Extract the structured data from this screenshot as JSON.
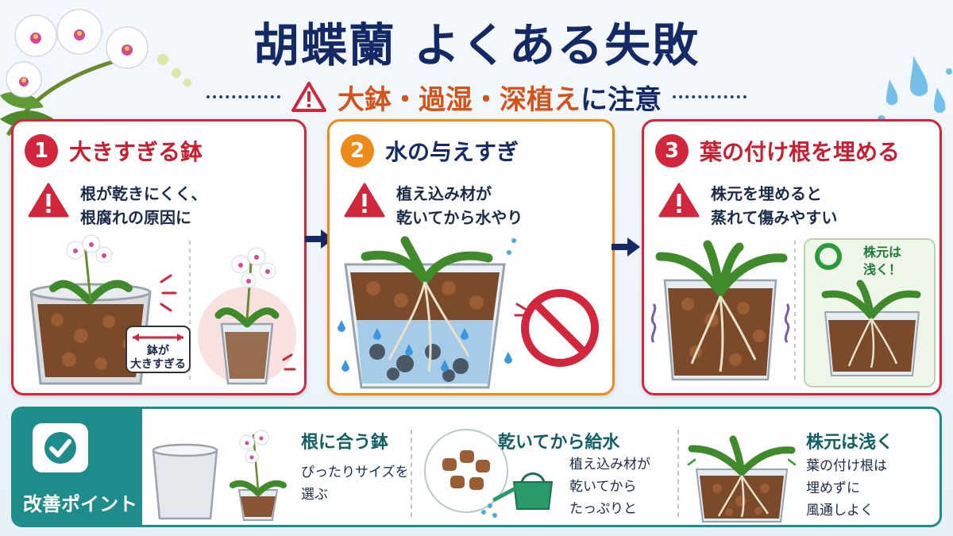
{
  "header": {
    "title": "胡蝶蘭 よくある失敗",
    "subtitle_highlight": "大鉢・過湿・深植え",
    "subtitle_tail": "に注意"
  },
  "cards": [
    {
      "number": "1",
      "title": "大きすぎる鉢",
      "note_lines": [
        "根が乾きにくく、",
        "根腐れの原因に"
      ],
      "callout_lines": [
        "鉢が",
        "大きすぎる"
      ]
    },
    {
      "number": "2",
      "title": "水の与えすぎ",
      "note_lines": [
        "植え込み材が",
        "乾いてから水やり"
      ]
    },
    {
      "number": "3",
      "title": "葉の付け根を埋める",
      "note_lines": [
        "株元を埋めると",
        "蒸れて傷みやすい"
      ],
      "good_lines": [
        "株元は",
        "浅く！"
      ]
    }
  ],
  "tips": {
    "label": "改善ポイント",
    "items": [
      {
        "title": "根に合う鉢",
        "lines": [
          "ぴったりサイズを",
          "選ぶ"
        ]
      },
      {
        "title": "乾いてから給水",
        "lines": [
          "植え込み材が",
          "乾いてから",
          "たっぷりと"
        ]
      },
      {
        "title": "株元は浅く",
        "lines": [
          "葉の付け根は",
          "埋めずに",
          "風通しよく"
        ]
      }
    ]
  },
  "colors": {
    "title_navy": "#142a66",
    "accent_red": "#d1263b",
    "accent_orange": "#ec8a1c",
    "teal": "#1f8c8c"
  }
}
